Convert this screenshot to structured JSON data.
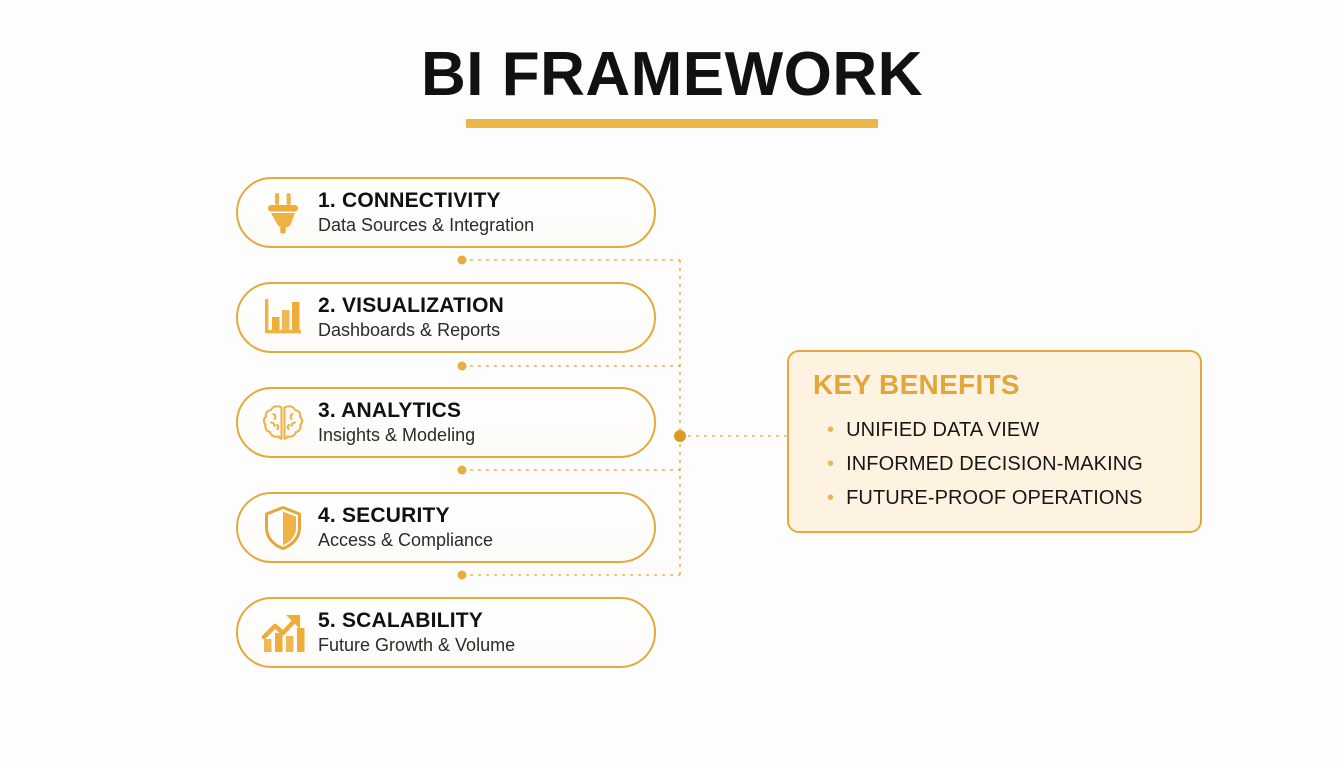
{
  "page": {
    "title": "BI FRAMEWORK",
    "background_color": "#fdfdfd",
    "accent_color": "#e3a93c",
    "accent_color_light": "#fdf3e0",
    "title_rule_color": "#eab646"
  },
  "pillars": [
    {
      "icon": "plug-icon",
      "title": "1. CONNECTIVITY",
      "subtitle": "Data Sources & Integration"
    },
    {
      "icon": "bar-chart-icon",
      "title": "2. VISUALIZATION",
      "subtitle": "Dashboards & Reports"
    },
    {
      "icon": "brain-icon",
      "title": "3. ANALYTICS",
      "subtitle": "Insights & Modeling"
    },
    {
      "icon": "shield-icon",
      "title": "4. SECURITY",
      "subtitle": "Access & Compliance"
    },
    {
      "icon": "growth-arrow-icon",
      "title": "5. SCALABILITY",
      "subtitle": "Future Growth & Volume"
    }
  ],
  "benefits": {
    "title": "KEY BENEFITS",
    "bullet_glyph": "•",
    "items": [
      "UNIFIED DATA VIEW",
      "INFORMED DECISION-MAKING",
      "FUTURE-PROOF OPERATIONS"
    ]
  }
}
